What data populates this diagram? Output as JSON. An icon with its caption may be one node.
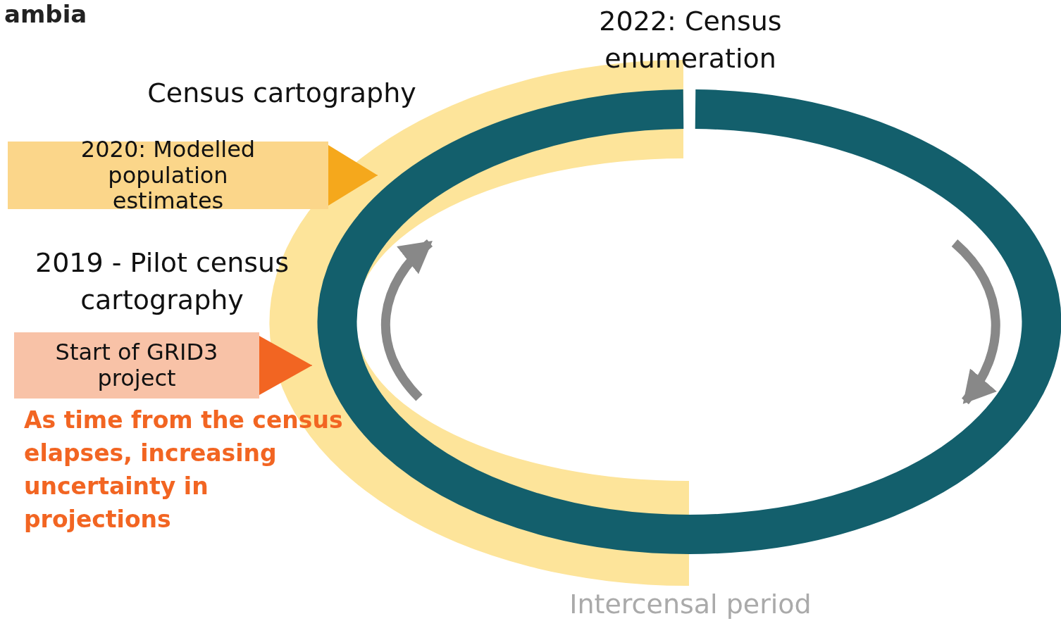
{
  "diagram": {
    "title": "ambia",
    "nodes": [
      {
        "text": [
          "2020: Modelled population estimates"
        ]
      },
      {
        "text": [],
        "shape": "circle"
      },
      {
        "text": [
          "Start of GRID3 project"
        ]
      }
    ],
    "edges": [
      {
        "from": 0,
        "to": 1,
        "arrow": "to"
      },
      {
        "from": 2,
        "to": 1,
        "arrow": "to"
      }
    ],
    "labels": [
      "2022: Census enumeration",
      "Census cartography",
      "2019 - Pilot census cartography",
      "As time from the census elapses, increasing uncertainty in projections",
      "Intercensal period"
    ]
  }
}
